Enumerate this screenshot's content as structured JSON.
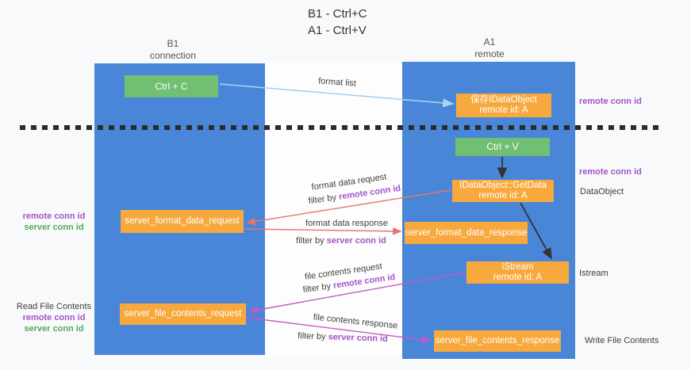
{
  "title": {
    "line1": "B1 - Ctrl+C",
    "line2": "A1 - Ctrl+V"
  },
  "lifelines": {
    "b1": {
      "name": "B1",
      "role": "connection"
    },
    "a1": {
      "name": "A1",
      "role": "remote"
    }
  },
  "nodes": {
    "ctrl_c": {
      "label": "Ctrl + C"
    },
    "save_idataobject": {
      "line1": "保存IDataObject",
      "line2": "remote id: A"
    },
    "ctrl_v": {
      "label": "Ctrl + V"
    },
    "getdata": {
      "line1": "IDataObject::GetData",
      "line2": "remote id: A"
    },
    "server_format_data_request": {
      "label": "server_format_data_request"
    },
    "server_format_data_response": {
      "label": "server_format_data_response"
    },
    "istream": {
      "line1": "IStream",
      "line2": "remote id: A"
    },
    "server_file_contents_request": {
      "label": "server_file_contents_request"
    },
    "server_file_contents_response": {
      "label": "server_file_contents_response"
    }
  },
  "edge_labels": {
    "format_list": "format list",
    "format_data_request": "format data request",
    "format_data_response": "format data response",
    "file_contents_request": "file contents request",
    "file_contents_response": "file contents response",
    "filter_by": "filter by ",
    "remote_conn_id": "remote conn id",
    "server_conn_id": "server conn id"
  },
  "annotations": {
    "right_remote_conn_id_top": "remote conn id",
    "right_remote_conn_id_mid": "remote conn id",
    "dataobject": "DataObject",
    "istream": "Istream",
    "write_file_contents": "Write File Contents",
    "read_file_contents": "Read File Contents",
    "left_remote_conn_id": "remote conn id",
    "left_server_conn_id": "server conn id",
    "left2_remote_conn_id": "remote conn id",
    "left2_server_conn_id": "server conn id"
  },
  "colors": {
    "column_blue": "#4A86D8",
    "box_green": "#71BF73",
    "box_orange": "#F7A93E",
    "arrow_red": "#E8736F",
    "arrow_magenta": "#C855C8",
    "arrow_lightblue": "#A5D3F0",
    "arrow_black": "#333333",
    "text_purple": "#A355C7",
    "text_green": "#55AA5A",
    "separator_dark": "#2B2B2B"
  }
}
